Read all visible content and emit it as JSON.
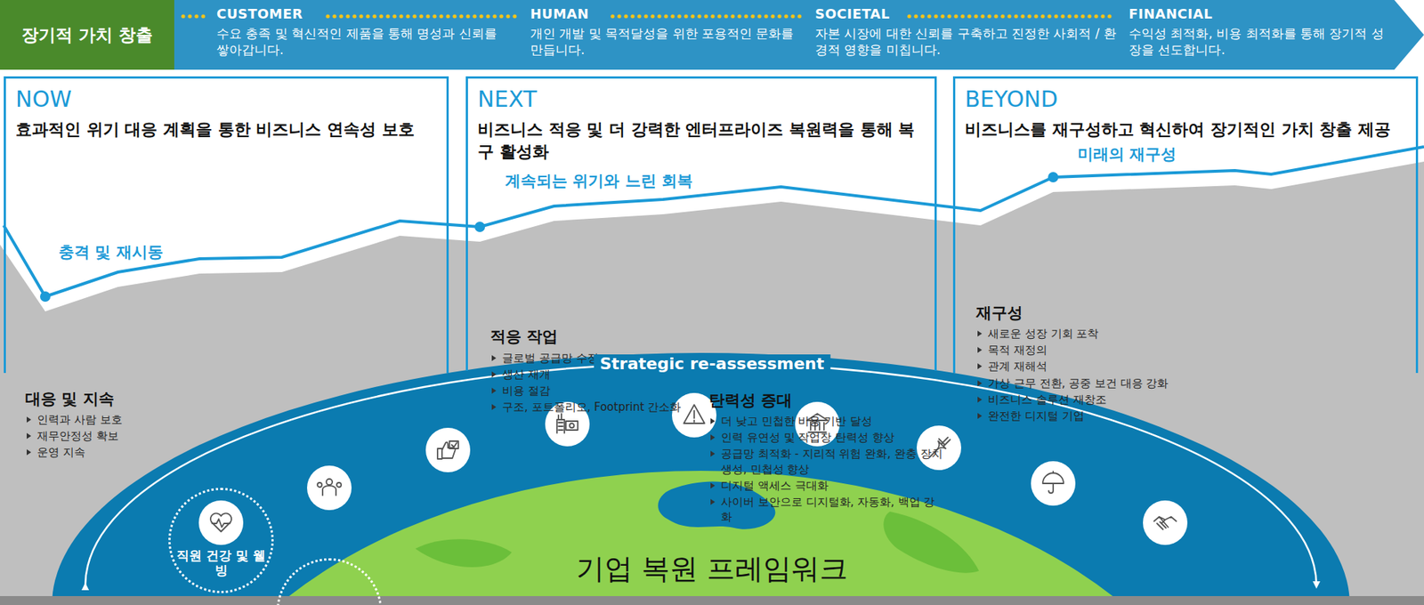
{
  "diagram": {
    "nodes": [
      {
        "text": [
          "장기적 가치 창출"
        ]
      },
      {
        "text": [
          "CUSTOMER",
          "수요 충족 및 혁신적인 제품을 통해 명성과 신뢰를 쌓아갑니다."
        ]
      },
      {
        "text": [
          "HUMAN",
          "개인 개발 및 목적달성을 위한 포용적인 문화를 만듭니다."
        ]
      },
      {
        "text": [
          "SOCIETAL",
          "자본 시장에 대한 신뢰를 구축하고 진정한 사회적 / 환경적 영향을 미칩니다."
        ]
      },
      {
        "text": [
          "FINANCIAL",
          "수익성 최적화, 비용 최적화를 통해 장기적 성장을 선도합니다."
        ]
      },
      {
        "text": [
          "NOW",
          "효과적인 위기 대응 계획을 통한 비즈니스 연속성 보호"
        ]
      },
      {
        "text": [
          "대응 및 지속",
          "인력과 사람 보호",
          "재무안정성 확보",
          "운영 지속"
        ],
        "in": 5
      },
      {
        "text": [
          "NEXT",
          "비즈니스 적응 및 더 강력한 엔터프라이즈 복원력을 통해 복구 활성화"
        ]
      },
      {
        "text": [
          "적응 작업",
          "글로벌 공급망 수정",
          "생산 재개",
          "비용 절감",
          "구조, 포트폴리오, Footprint 간소화"
        ],
        "in": 7
      },
      {
        "text": [
          "탄력성 증대",
          "더 낮고 민첩한 비용 기반 달성",
          "인력 유연성 및 작업장 탄력성 향상",
          "공급망 최적화 - 지리적 위험 완화, 완충 장치 생성, 민첩성 향상",
          "디지털 액세스 극대화",
          "사이버 보안으로 디지털화, 자동화, 백업 강화"
        ],
        "in": 7
      },
      {
        "text": [
          "BEYOND",
          "비즈니스를 재구성하고 혁신하여 장기적인 가치 창출 제공"
        ]
      },
      {
        "text": [
          "재구성",
          "새로운 성장 기회 포착",
          "목적 재정의",
          "관계 재해석",
          "가상 근무 전환, 공중 보건 대응 강화",
          "비즈니스 솔루션 재창조",
          "완전한 디지털 기업"
        ],
        "in": 10
      },
      {
        "text": [
          "Strategic re-assessment",
          "기업 복원 프레임워크"
        ]
      },
      {
        "text": [
          "직원 건강 및 웰빙"
        ],
        "in": 12
      },
      {
        "text": [
          "재능과 인력"
        ],
        "in": 12
      },
      {
        "text": [
          "고객과 브랜드"
        ],
        "in": 12
      },
      {
        "text": [
          "재무와 투자자"
        ],
        "in": 12
      },
      {
        "text": [
          "리스크"
        ],
        "in": 12
      },
      {
        "text": [
          "정부 및 공공정책"
        ],
        "in": 12
      },
      {
        "text": [
          "기술 및 정보보안"
        ],
        "in": 12
      },
      {
        "text": [
          "보험 및 법적 분쟁"
        ],
        "in": 12
      },
      {
        "text": [
          "공급망 및 글로벌 무역"
        ],
        "in": 12
      }
    ],
    "labels": [
      "충격 및 재시동",
      "계속되는 위기와 느린 회복",
      "미래의 재구성"
    ]
  }
}
